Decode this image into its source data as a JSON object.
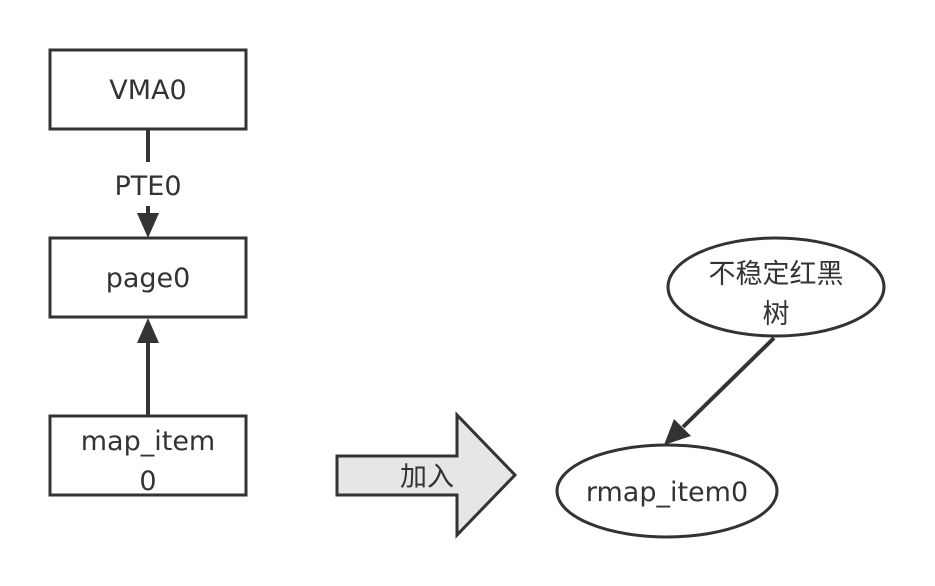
{
  "nodes": {
    "vma0": {
      "label": "VMA0"
    },
    "page0": {
      "label": "page0"
    },
    "map_item0": {
      "label_line1": "map_item",
      "label_line2": "0"
    },
    "unstable_tree": {
      "label_line1": "不稳定红黑",
      "label_line2": "树"
    },
    "rmap_item0": {
      "label": "rmap_item0"
    }
  },
  "edges": {
    "vma_to_page": {
      "label": "PTE0"
    }
  },
  "join_arrow": {
    "label": "加入"
  },
  "colors": {
    "stroke": "#333333",
    "text": "#333333",
    "big_arrow_fill": "#e6e6e6",
    "background": "#ffffff"
  }
}
